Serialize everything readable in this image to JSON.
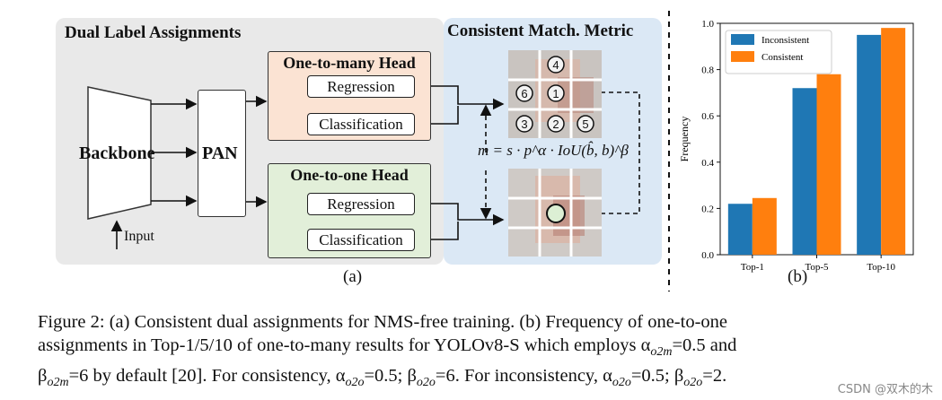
{
  "panel_a": {
    "dual_title": "Dual Label Assignments",
    "metric_title": "Consistent Match. Metric",
    "backbone": "Backbone",
    "pan": "PAN",
    "input": "Input",
    "o2m_head": "One-to-many Head",
    "o2o_head": "One-to-one Head",
    "regression": "Regression",
    "classification": "Classification",
    "formula": "m = s · p^α · IoU(b̂, b)^β",
    "circle_labels": [
      "4",
      "6",
      "1",
      "3",
      "2",
      "5"
    ],
    "label": "(a)"
  },
  "panel_b": {
    "label": "(b)"
  },
  "chart_data": {
    "type": "bar",
    "categories": [
      "Top-1",
      "Top-5",
      "Top-10"
    ],
    "series": [
      {
        "name": "Inconsistent",
        "values": [
          0.22,
          0.72,
          0.95
        ],
        "color": "#1f77b4"
      },
      {
        "name": "Consistent",
        "values": [
          0.245,
          0.78,
          0.98
        ],
        "color": "#ff7f0e"
      }
    ],
    "xlabel": "",
    "ylabel": "Frequency",
    "ylim": [
      0,
      1.0
    ],
    "yticks": [
      "0.0",
      "0.2",
      "0.4",
      "0.6",
      "0.8",
      "1.0"
    ],
    "legend": "top-left"
  },
  "caption": {
    "line1": "Figure 2: (a) Consistent dual assignments for NMS-free training. (b) Frequency of one-to-one",
    "line2": "assignments in Top-1/5/10 of one-to-many results for YOLOv8-S which employs α",
    "line2_sub": "o2m",
    "line2_end": "=0.5 and",
    "line3": "β",
    "line3_sub": "o2m",
    "line3_rest": "=6 by default [20]. For consistency, α",
    "line3_sub2": "o2o",
    "line3_rest2": "=0.5; β",
    "line3_sub3": "o2o",
    "line3_rest3": "=6. For inconsistency, α",
    "line3_sub4": "o2o",
    "line3_rest4": "=0.5; β",
    "line3_sub5": "o2o",
    "line3_rest5": "=2."
  },
  "watermark": "CSDN @双木的木"
}
